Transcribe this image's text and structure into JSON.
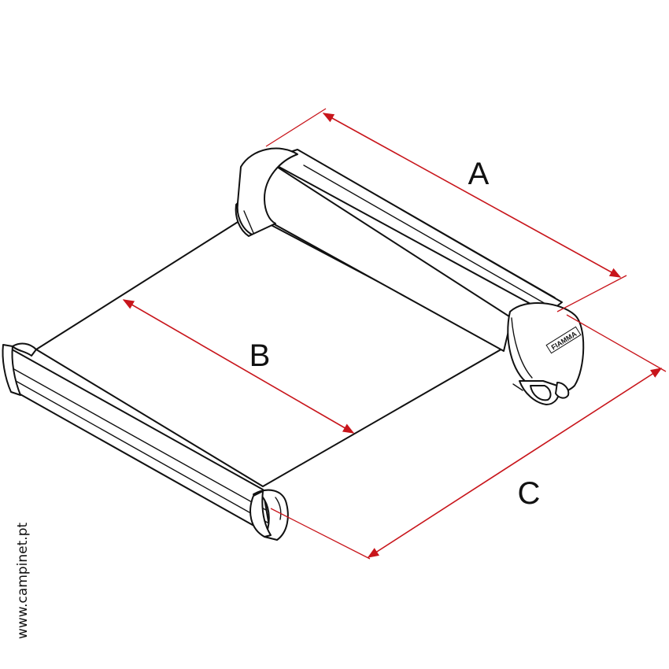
{
  "diagram": {
    "dimensions": [
      {
        "id": "A",
        "label": "A"
      },
      {
        "id": "B",
        "label": "B"
      },
      {
        "id": "C",
        "label": "C"
      }
    ],
    "brand_logo": "FIAMMA",
    "watermark": "www.campinet.pt",
    "colors": {
      "dimension_line": "#c8151b",
      "outline": "#111111",
      "background": "#ffffff"
    }
  }
}
